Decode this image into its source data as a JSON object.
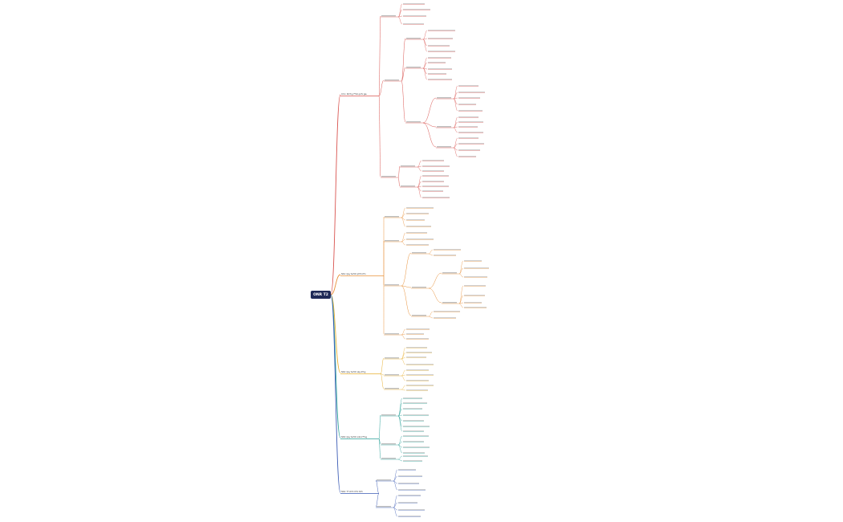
{
  "root": {
    "label": "ONR T2"
  },
  "colors": {
    "b1": "#d9534f",
    "b2": "#e8913a",
    "b3": "#e8b030",
    "b4": "#2aa198",
    "b5": "#3b5bb5"
  },
  "branches": [
    {
      "label": "Ch 1: Kh?ng ??nh qu?c gia",
      "color_key": "b1"
    },
    {
      "label": "NK1: Quy ho?ch ph?t tri?n",
      "color_key": "b2"
    },
    {
      "label": "NK2: Quy ho?ch xây d?ng",
      "color_key": "b3"
    },
    {
      "label": "NK3: Quy ho?ch môi tr??ng",
      "color_key": "b4"
    },
    {
      "label": "NK4: T? ch?c th?c hi?n",
      "color_key": "b5"
    }
  ]
}
